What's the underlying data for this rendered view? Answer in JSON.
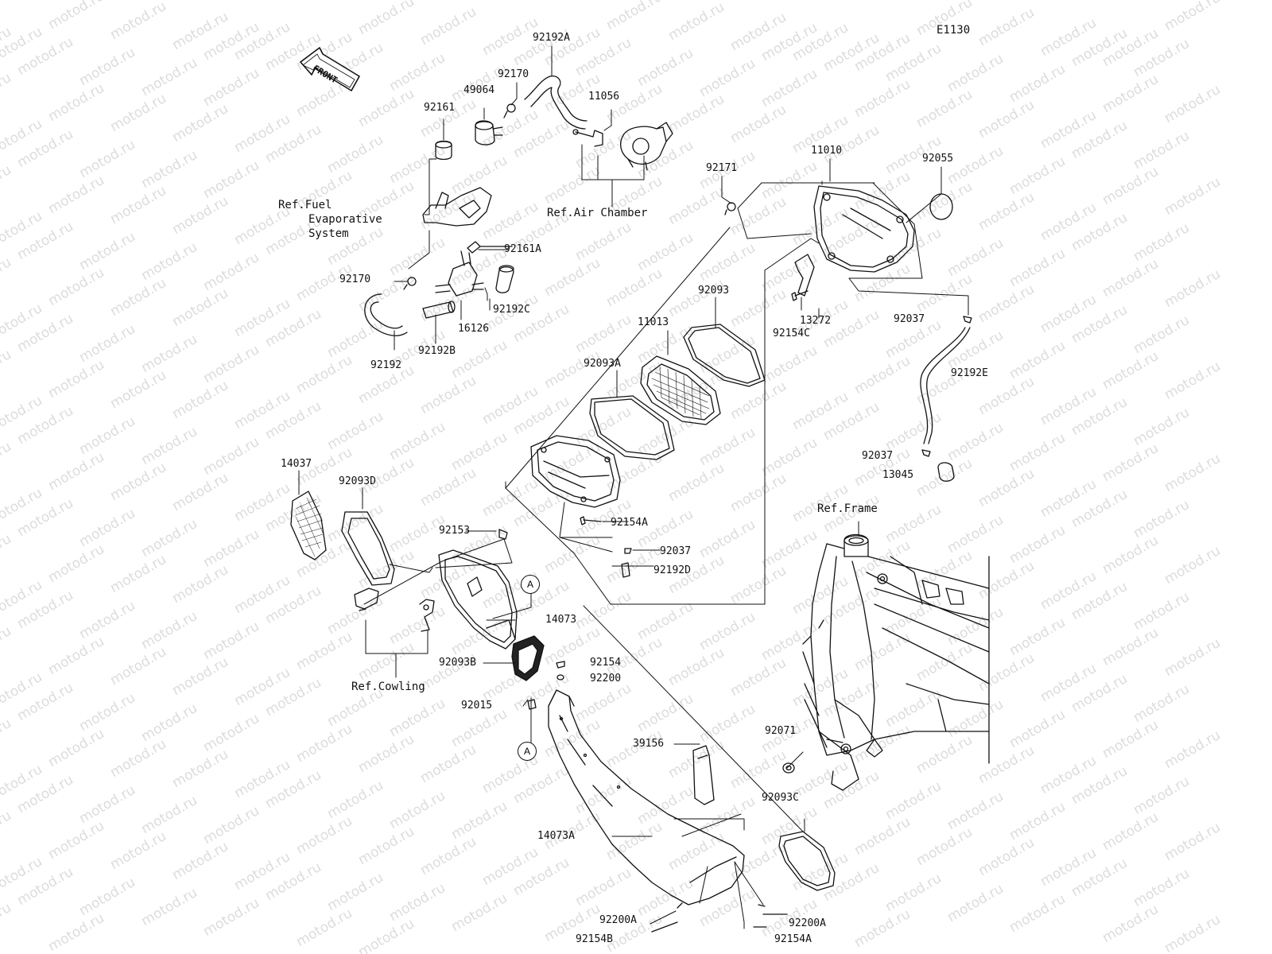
{
  "diagram_code": "E1130",
  "front_label": "FRONT",
  "watermark": "motod.ru",
  "colors": {
    "line": "#111111",
    "watermark": "#dcdcdc"
  },
  "references": {
    "fuel_evap": [
      "Ref.Fuel",
      "Evaporative",
      "System"
    ],
    "air_chamber": "Ref.Air Chamber",
    "frame": "Ref.Frame",
    "cowling": "Ref.Cowling"
  },
  "callout_letter": "A",
  "parts": {
    "p92192A": "92192A",
    "p92170_top": "92170",
    "p49064": "49064",
    "p11056": "11056",
    "p92161": "92161",
    "p92171": "92171",
    "p11010": "11010",
    "p92055": "92055",
    "p92161A": "92161A",
    "p92170_mid": "92170",
    "p92192C": "92192C",
    "p16126": "16126",
    "p92192B": "92192B",
    "p92192": "92192",
    "p92093": "92093",
    "p11013": "11013",
    "p13272": "13272",
    "p92154C": "92154C",
    "p92037_a": "92037",
    "p92192E": "92192E",
    "p92093A": "92093A",
    "p92037_b": "92037",
    "p13045": "13045",
    "p14037": "14037",
    "p92093D": "92093D",
    "p92153": "92153",
    "p92154A_top": "92154A",
    "p92037_c": "92037",
    "p92192D": "92192D",
    "p14073": "14073",
    "p92093B": "92093B",
    "p92154": "92154",
    "p92200": "92200",
    "p92015": "92015",
    "p39156": "39156",
    "p92071": "92071",
    "p92093C": "92093C",
    "p14073A": "14073A",
    "p92200A_l": "92200A",
    "p92200A_r": "92200A",
    "p92154B": "92154B",
    "p92154A_bot": "92154A"
  }
}
